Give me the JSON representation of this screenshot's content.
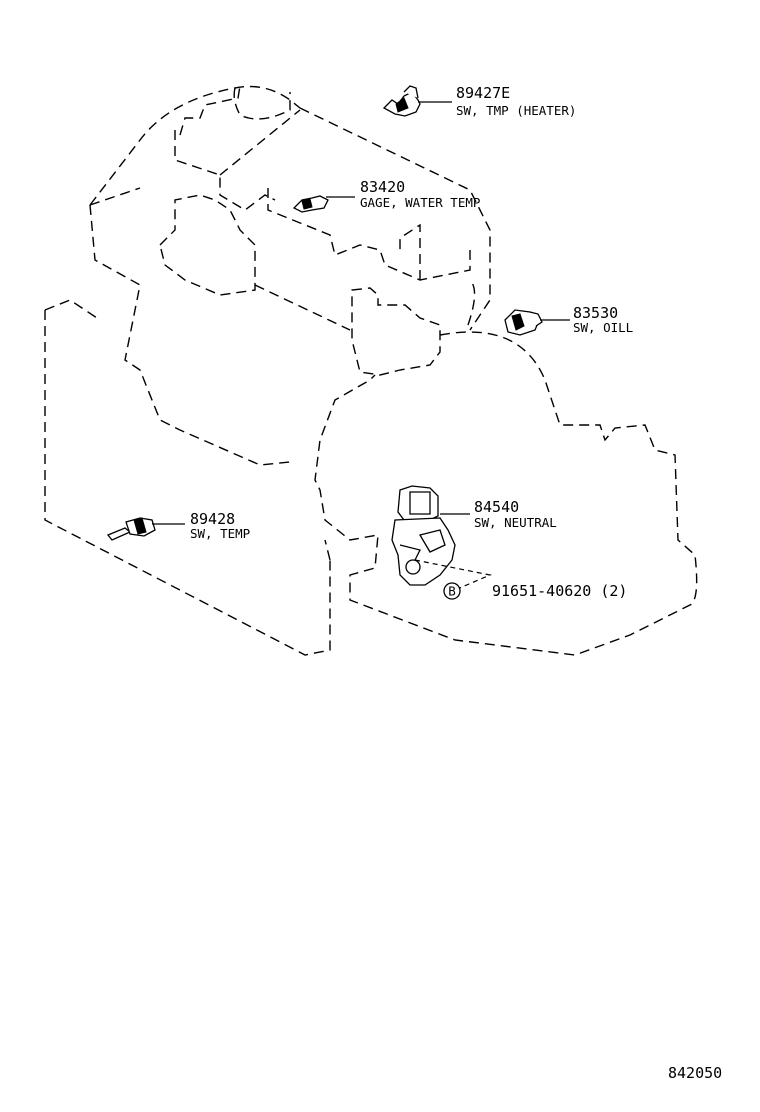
{
  "parts": [
    {
      "id": "heater-temp-switch",
      "number": "89427E",
      "name": "SW, TMP (HEATER)"
    },
    {
      "id": "water-temp-gage",
      "number": "83420",
      "name": "GAGE, WATER TEMP"
    },
    {
      "id": "oil-switch",
      "number": "83530",
      "name": "SW, OILL"
    },
    {
      "id": "neutral-switch",
      "number": "84540",
      "name": "SW, NEUTRAL"
    },
    {
      "id": "bolt",
      "marker": "B",
      "number": "91651-40620 (2)"
    },
    {
      "id": "temp-switch",
      "number": "89428",
      "name": "SW, TEMP"
    }
  ],
  "figure_number": "842050"
}
